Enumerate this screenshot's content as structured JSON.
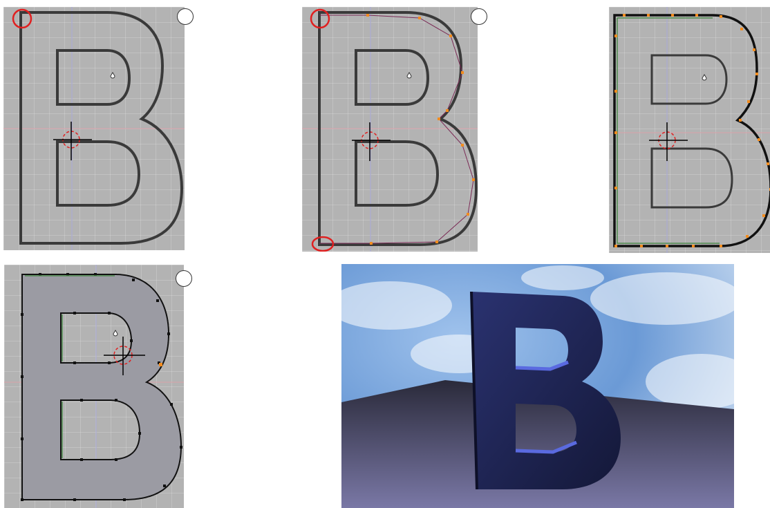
{
  "colors": {
    "viewport_bg": "#b3b3b3",
    "outline": "#3a3a3a",
    "control_point": "#f28c1e",
    "selection_circle": "#e02020",
    "bezier_handle": "#7a2a55",
    "edge_green": "#4c8a4c",
    "fill_gray": "#9b9ba3",
    "render_letter": "#1e2350",
    "render_sky": "#5b86c8",
    "render_ground": "#5d5b7a"
  },
  "panels": [
    {
      "id": "step1",
      "stage": "traced-outline",
      "icons": [
        "3d-cursor-icon",
        "selection-circle-icon"
      ]
    },
    {
      "id": "step2",
      "stage": "bezier-control-points",
      "icons": [
        "3d-cursor-icon",
        "selection-circle-icon"
      ]
    },
    {
      "id": "step3",
      "stage": "extra-control-points",
      "icons": [
        "3d-cursor-icon"
      ]
    },
    {
      "id": "step4",
      "stage": "filled-curve",
      "icons": [
        "3d-cursor-icon"
      ]
    },
    {
      "id": "render",
      "stage": "rendered-3d-letter",
      "icons": []
    }
  ]
}
